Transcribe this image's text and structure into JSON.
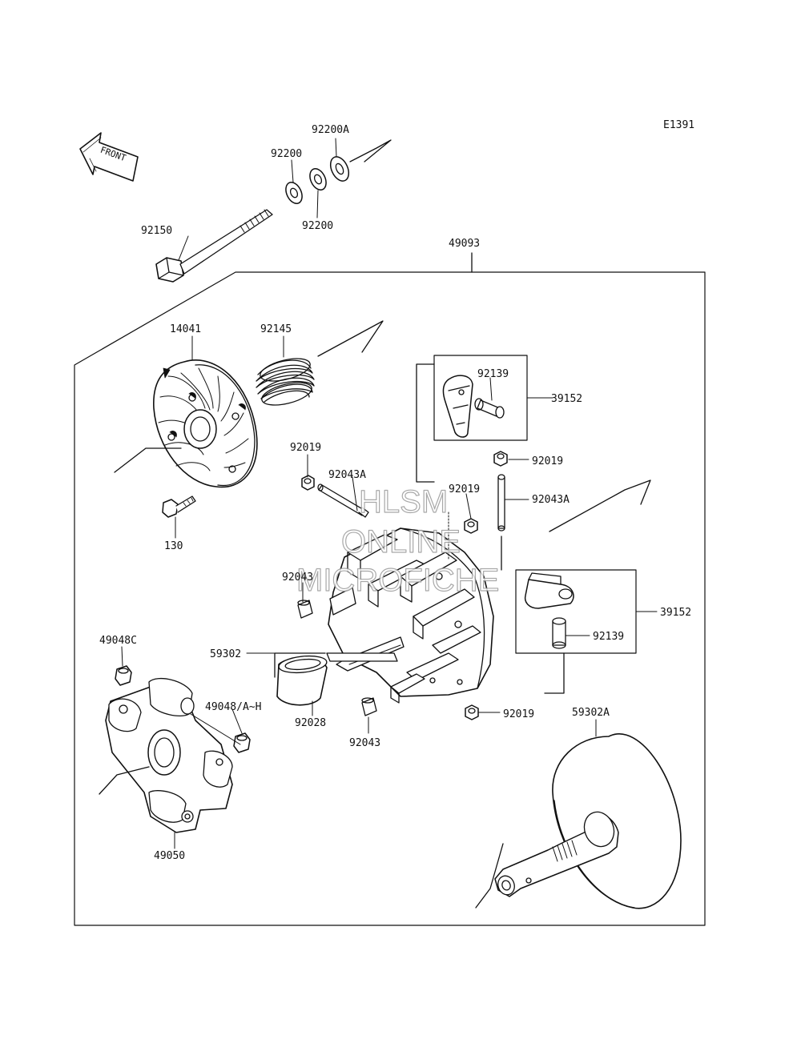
{
  "diagram": {
    "code": "E1391",
    "front_label": "FRONT",
    "watermark": [
      "HLSM",
      "ONLINE",
      "MICROFICHE"
    ],
    "parts": [
      {
        "id": "p92200A",
        "number": "92200A"
      },
      {
        "id": "p92200_top",
        "number": "92200"
      },
      {
        "id": "p92200_bot",
        "number": "92200"
      },
      {
        "id": "p92150",
        "number": "92150"
      },
      {
        "id": "p49093",
        "number": "49093"
      },
      {
        "id": "p14041",
        "number": "14041"
      },
      {
        "id": "p92145",
        "number": "92145"
      },
      {
        "id": "p92139_top",
        "number": "92139"
      },
      {
        "id": "p39152_top",
        "number": "39152"
      },
      {
        "id": "p92019_a",
        "number": "92019"
      },
      {
        "id": "p92019_b",
        "number": "92019"
      },
      {
        "id": "p92043A_a",
        "number": "92043A"
      },
      {
        "id": "p92019_c",
        "number": "92019"
      },
      {
        "id": "p92043A_b",
        "number": "92043A"
      },
      {
        "id": "p130",
        "number": "130"
      },
      {
        "id": "p92043_a",
        "number": "92043"
      },
      {
        "id": "p39152_bot",
        "number": "39152"
      },
      {
        "id": "p92139_bot",
        "number": "92139"
      },
      {
        "id": "p49048C",
        "number": "49048C"
      },
      {
        "id": "p59302",
        "number": "59302"
      },
      {
        "id": "p49048AH",
        "number": "49048/A~H"
      },
      {
        "id": "p92028",
        "number": "92028"
      },
      {
        "id": "p92019_d",
        "number": "92019"
      },
      {
        "id": "p59302A",
        "number": "59302A"
      },
      {
        "id": "p92043_b",
        "number": "92043"
      },
      {
        "id": "p49050",
        "number": "49050"
      }
    ]
  }
}
